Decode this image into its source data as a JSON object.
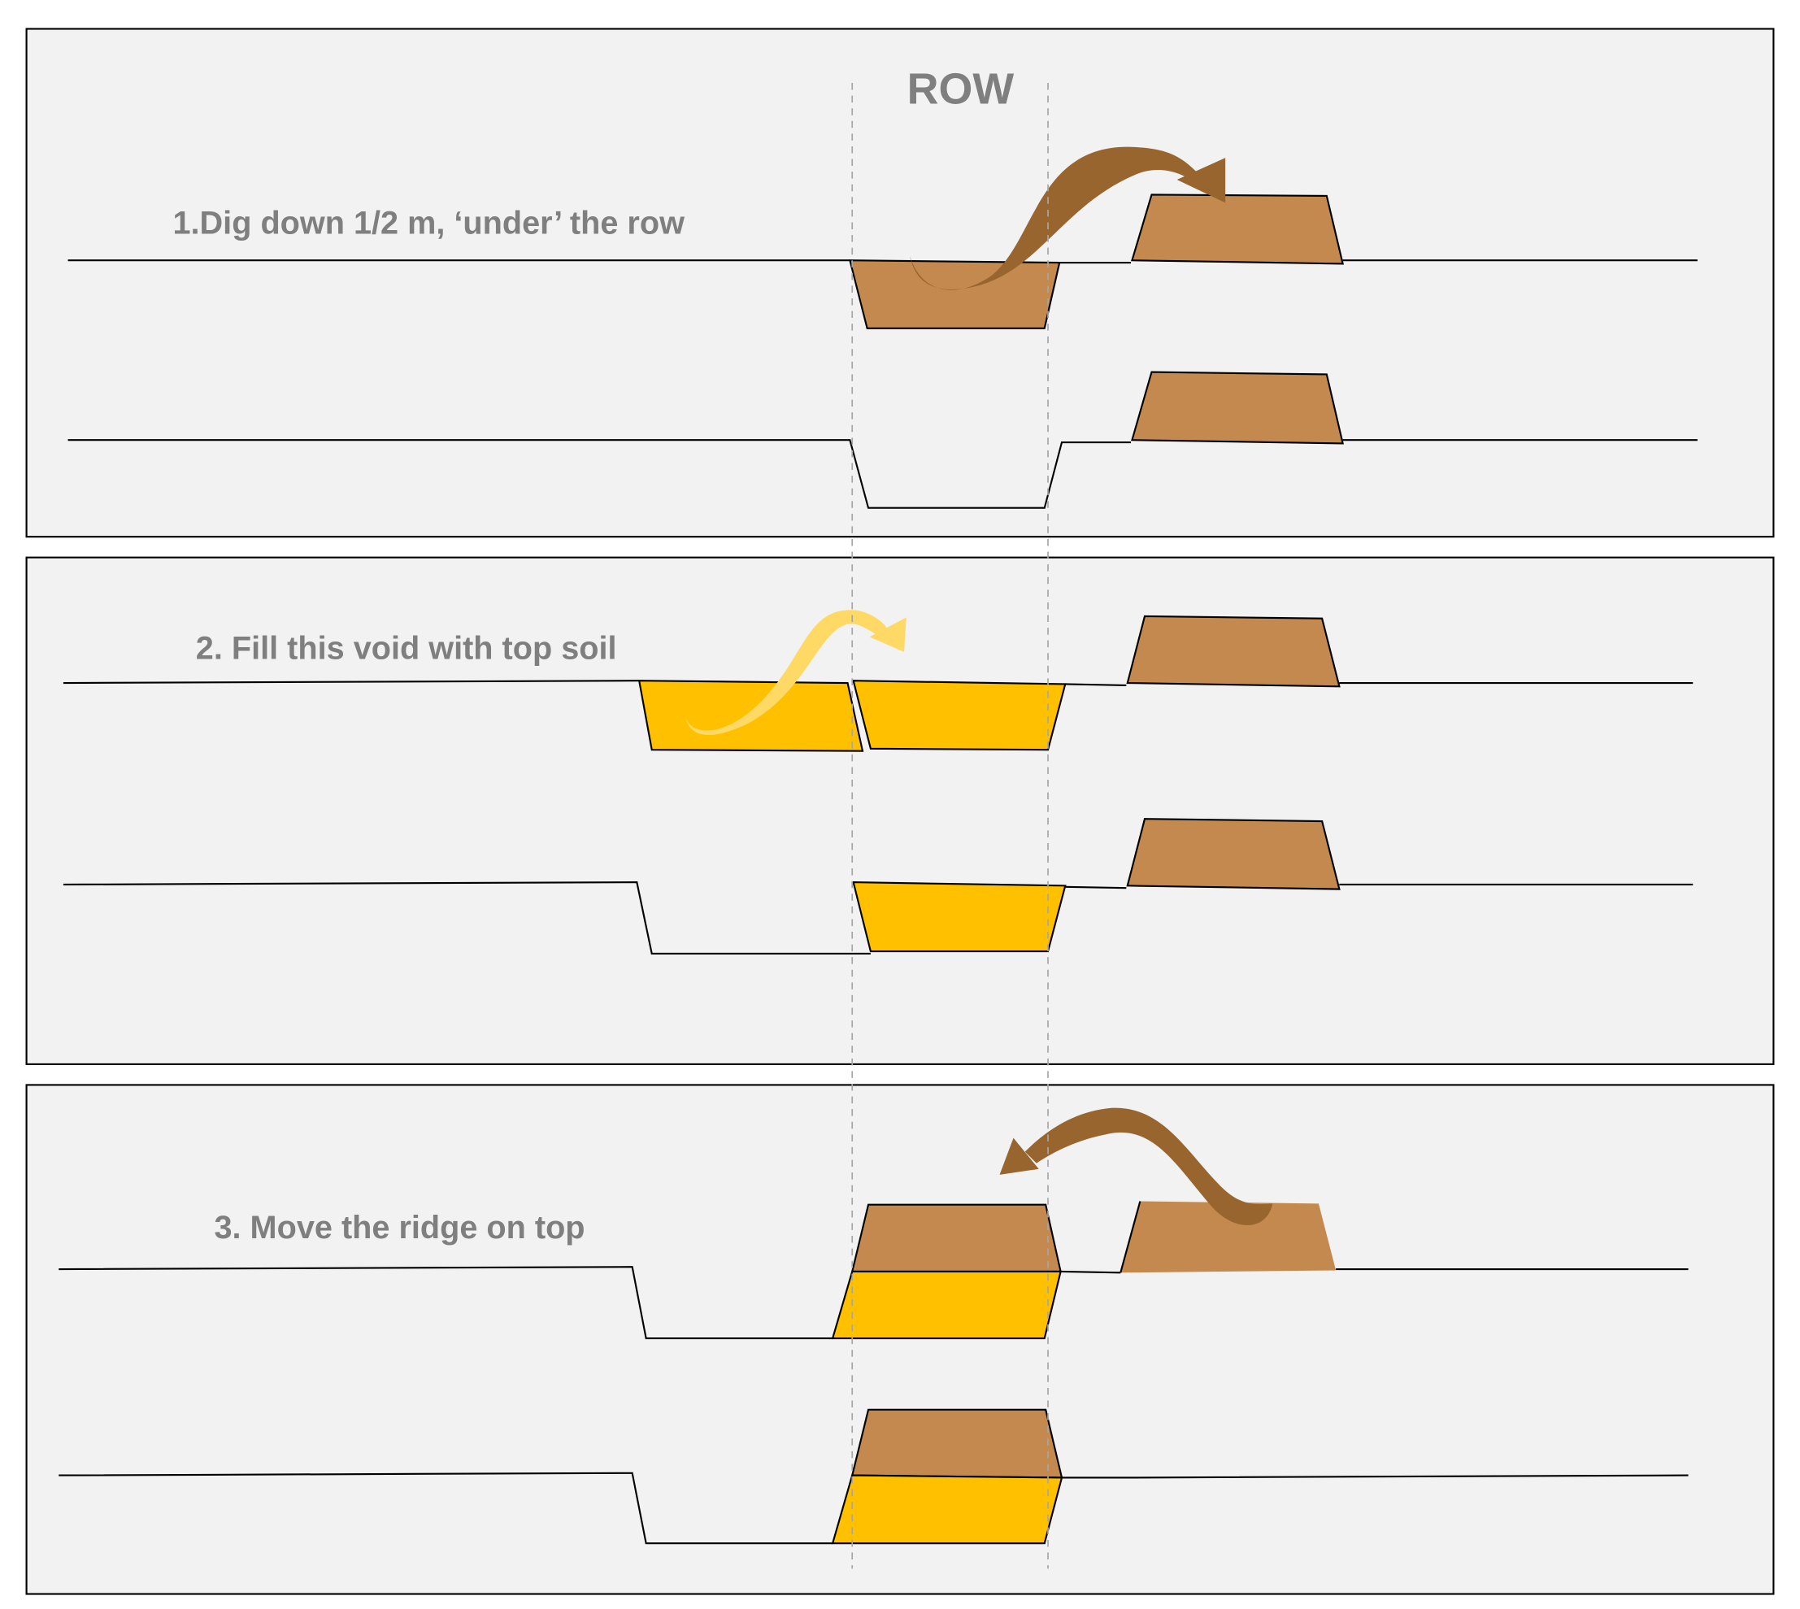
{
  "title": "ROW",
  "steps": [
    {
      "label": "1.Dig down 1/2 m, ‘under’ the row"
    },
    {
      "label": "2. Fill this void with top soil"
    },
    {
      "label": "3. Move the ridge on top"
    }
  ],
  "colors": {
    "background": "#f2f2f2",
    "subsoil": "#c4894e",
    "topsoil": "#ffc000",
    "subsoil_arrow": "#98652f",
    "topsoil_arrow": "#ffd966",
    "text": "#7f7f7f"
  }
}
